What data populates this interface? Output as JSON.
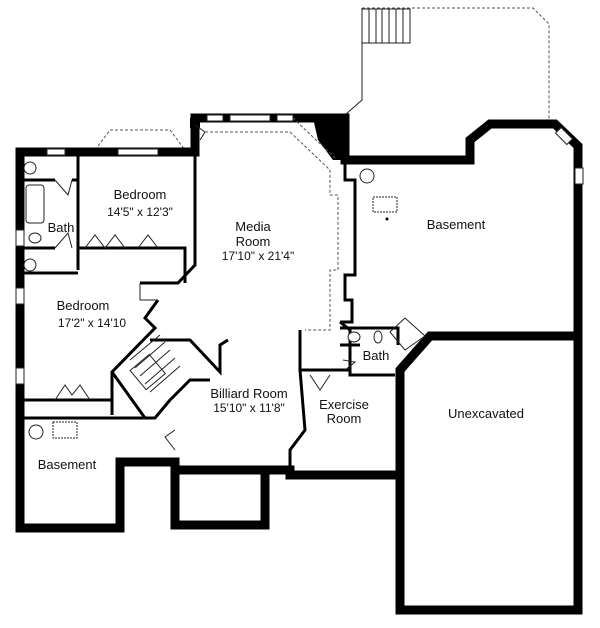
{
  "floor_plan": {
    "rooms": [
      {
        "id": "bedroom-1",
        "name": "Bedroom",
        "dimensions": "14'5\" x 12'3\""
      },
      {
        "id": "bath-1",
        "name": "Bath",
        "dimensions": ""
      },
      {
        "id": "bedroom-2",
        "name": "Bedroom",
        "dimensions": "17'2\" x 14'10"
      },
      {
        "id": "media-room",
        "name_line1": "Media",
        "name_line2": "Room",
        "dimensions": "17'10\" x 21'4\""
      },
      {
        "id": "billiard-room",
        "name": "Billiard Room",
        "dimensions": "15'10\" x 11'8\""
      },
      {
        "id": "exercise-room",
        "name_line1": "Exercise",
        "name_line2": "Room",
        "dimensions": ""
      },
      {
        "id": "bath-2",
        "name": "Bath",
        "dimensions": ""
      },
      {
        "id": "basement-east",
        "name": "Basement",
        "dimensions": ""
      },
      {
        "id": "basement-west",
        "name": "Basement",
        "dimensions": ""
      },
      {
        "id": "unexcavated",
        "name": "Unexcavated",
        "dimensions": ""
      }
    ],
    "colors": {
      "wall": "#000000",
      "background": "#ffffff",
      "dashed": "#555555"
    }
  }
}
